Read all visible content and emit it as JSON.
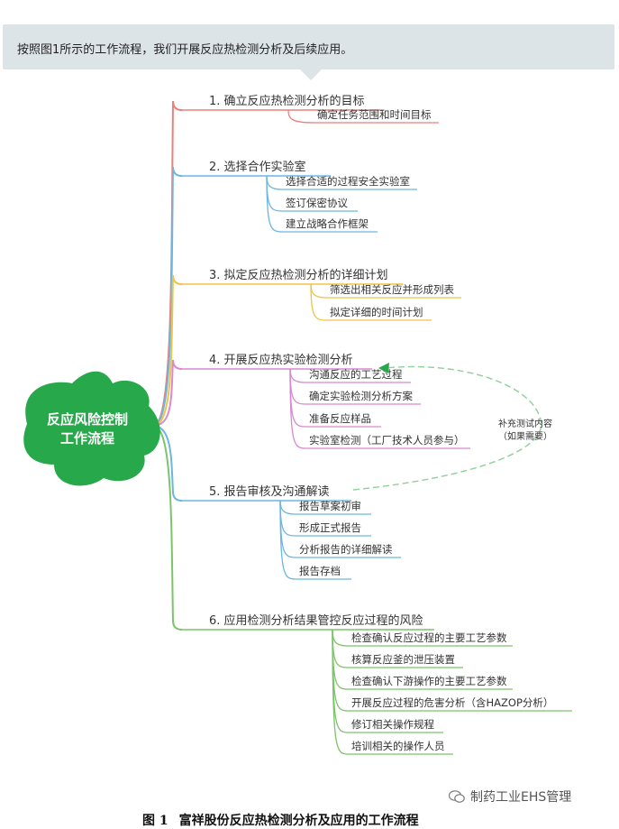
{
  "banner": {
    "text": "按照图1所示的工作流程，我们开展反应热检测分析及后续应用。"
  },
  "center": {
    "line1": "反应风险控制",
    "line2": "工作流程"
  },
  "branches": [
    {
      "title": "1. 确立反应热检测分析的目标",
      "color": "#e9807a",
      "items": [
        "确定任务范围和时间目标"
      ]
    },
    {
      "title": "2. 选择合作实验室",
      "color": "#6cb6e0",
      "items": [
        "选择合适的过程安全实验室",
        "签订保密协议",
        "建立战略合作框架"
      ]
    },
    {
      "title": "3. 拟定反应热检测分析的详细计划",
      "color": "#f1c24a",
      "items": [
        "筛选出相关反应并形成列表",
        "拟定详细的时间计划"
      ]
    },
    {
      "title": "4. 开展反应热实验检测分析",
      "color": "#d989cf",
      "items": [
        "沟通反应的工艺过程",
        "确定实验检测分析方案",
        "准备反应样品",
        "实验室检测（工厂技术人员参与）"
      ]
    },
    {
      "title": "5. 报告审核及沟通解读",
      "color": "#6cb6e0",
      "items": [
        "报告草案初审",
        "形成正式报告",
        "分析报告的详细解读",
        "报告存档"
      ]
    },
    {
      "title": "6. 应用检测分析结果管控反应过程的风险",
      "color": "#7cc46a",
      "items": [
        "检查确认反应过程的主要工艺参数",
        "核算反应釜的泄压装置",
        "检查确认下游操作的主要工艺参数",
        "开展反应过程的危害分析（含HAZOP分析）",
        "修订相关操作规程",
        "培训相关的操作人员"
      ]
    }
  ],
  "note": {
    "line1": "补充测试内容",
    "line2": "（如果需要）"
  },
  "caption": {
    "figure": "图 1",
    "text": "富祥股份反应热检测分析及应用的工作流程"
  },
  "watermark": {
    "text": "制药工业EHS管理"
  }
}
